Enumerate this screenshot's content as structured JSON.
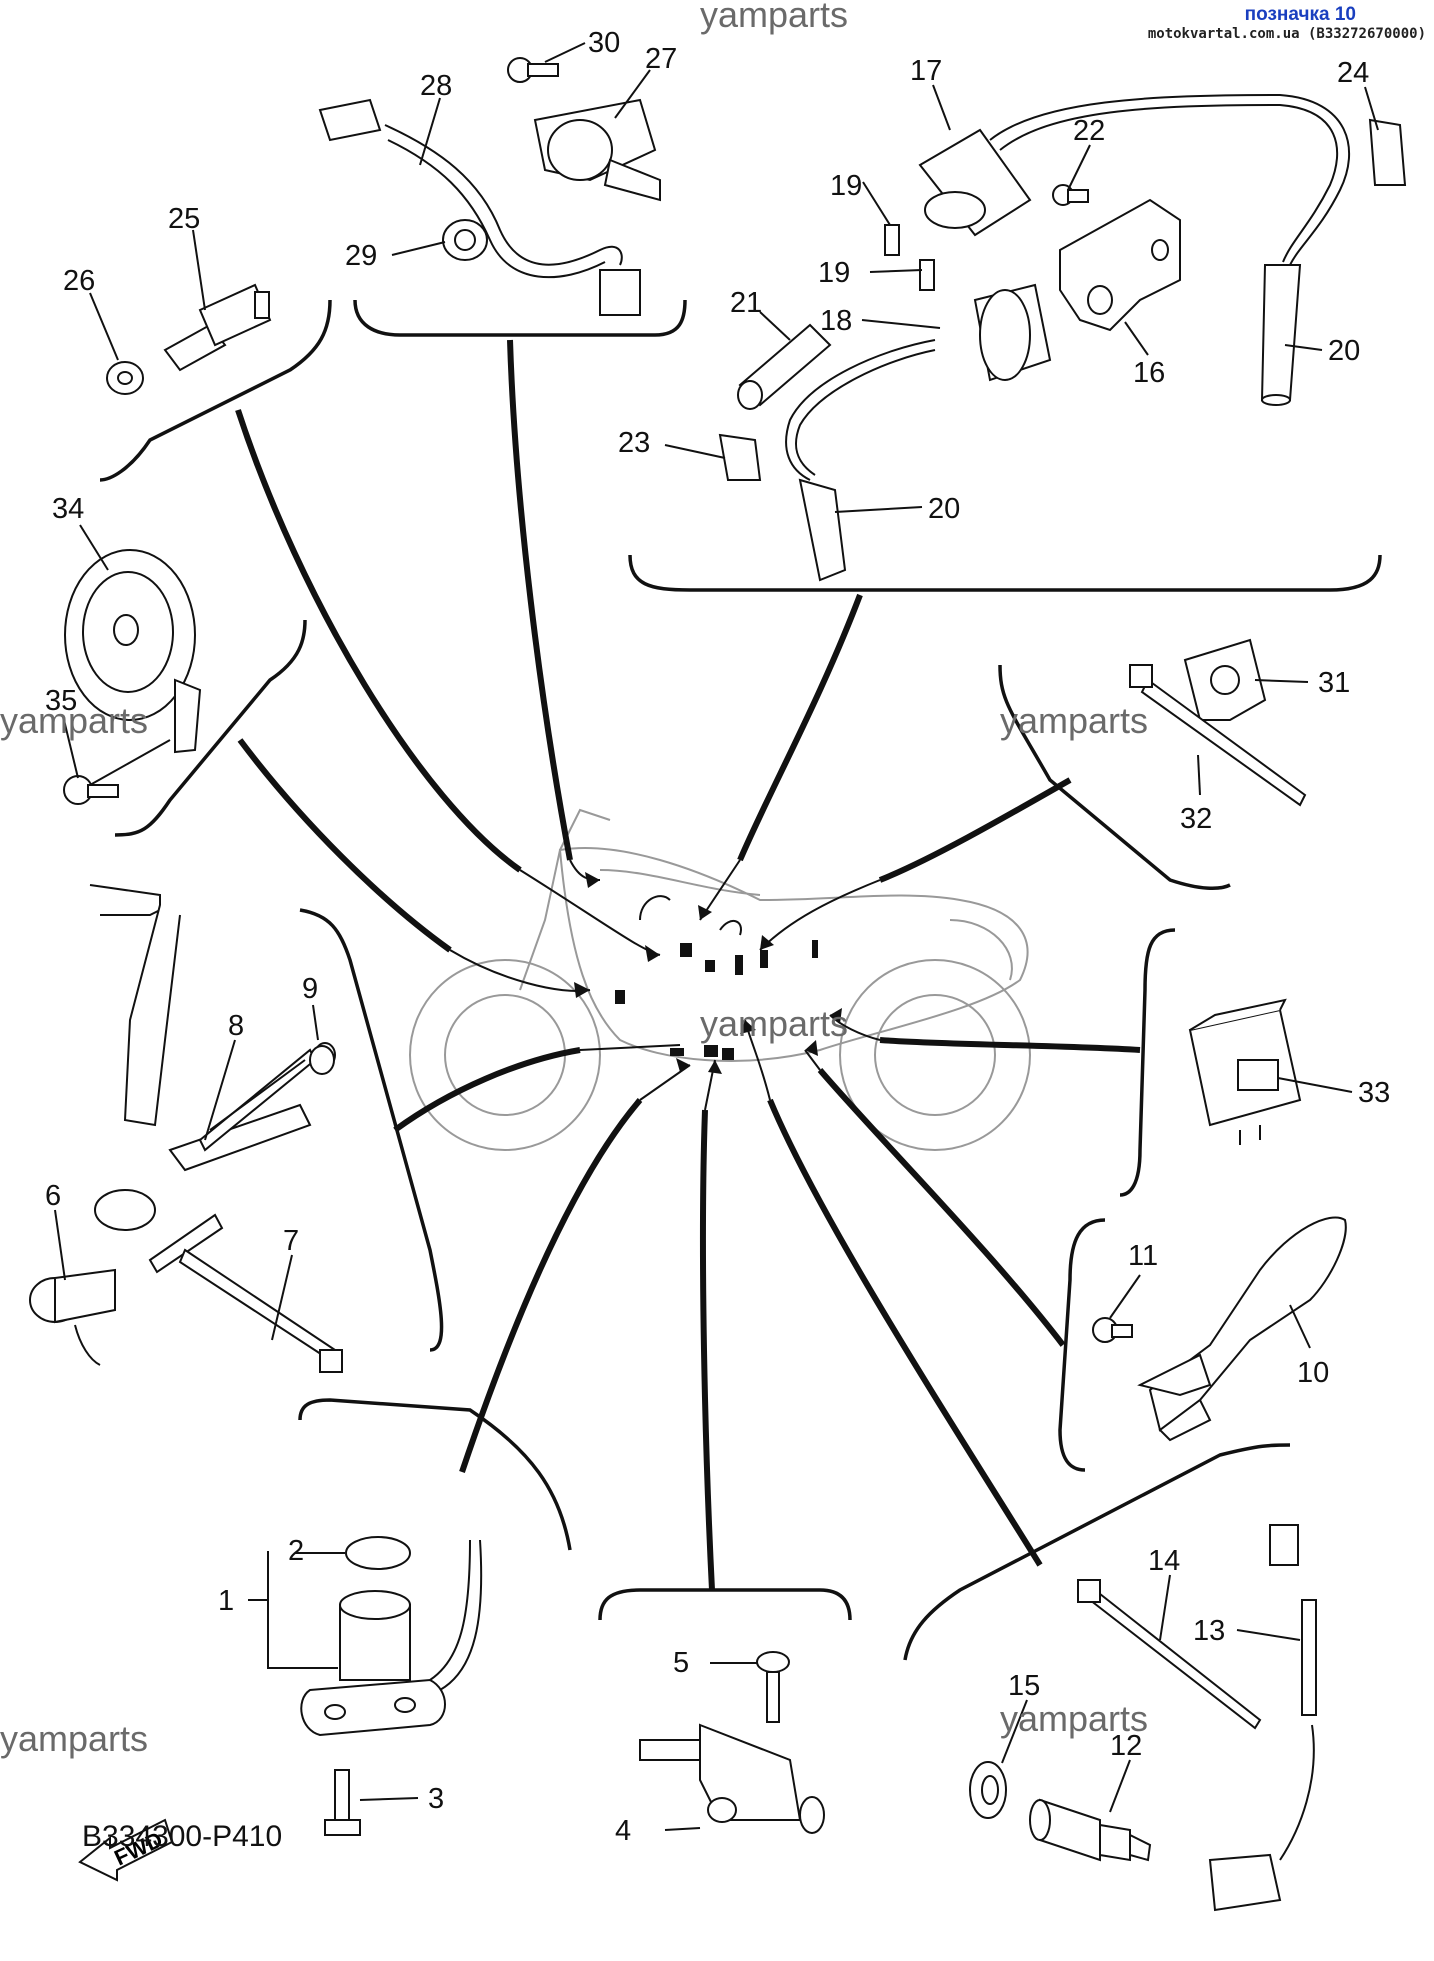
{
  "header": {
    "tag": "позначка 10",
    "site": "motokvartal.com.ua (B33272670000)"
  },
  "watermark": "yamparts",
  "diagram_code": "B334300-P410",
  "fwd_label": "FWD",
  "callouts": {
    "n1": "1",
    "n2": "2",
    "n3": "3",
    "n4": "4",
    "n5": "5",
    "n6": "6",
    "n7": "7",
    "n8": "8",
    "n9": "9",
    "n10": "10",
    "n11": "11",
    "n12": "12",
    "n13": "13",
    "n14": "14",
    "n15": "15",
    "n16": "16",
    "n17": "17",
    "n18": "18",
    "n19a": "19",
    "n19b": "19",
    "n20a": "20",
    "n20b": "20",
    "n21": "21",
    "n22": "22",
    "n23": "23",
    "n24": "24",
    "n25": "25",
    "n26": "26",
    "n27": "27",
    "n28": "28",
    "n29": "29",
    "n30": "30",
    "n31": "31",
    "n32": "32",
    "n33": "33",
    "n34": "34",
    "n35": "35"
  },
  "colors": {
    "ink": "#111111",
    "watermark": "#6a6a6a",
    "tag": "#1a3fbf"
  }
}
